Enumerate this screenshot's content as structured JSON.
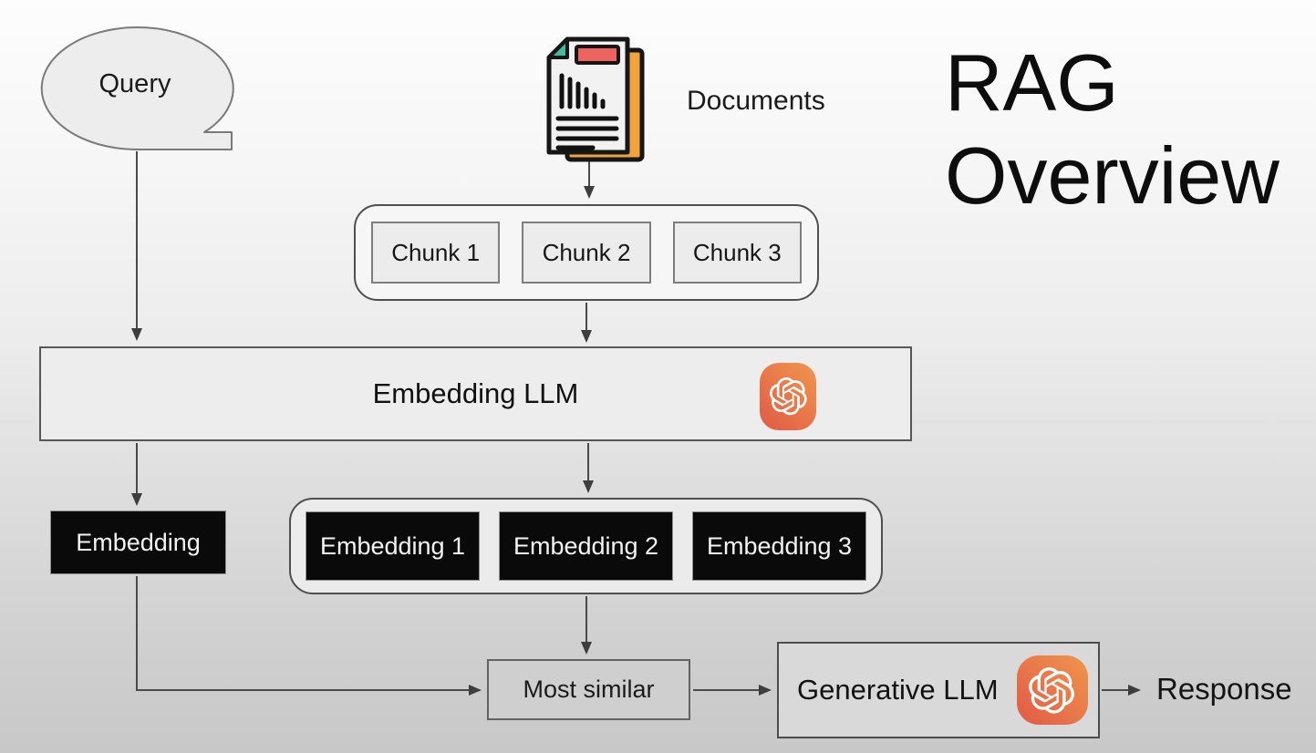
{
  "title": "RAG Overview",
  "query": {
    "label": "Query"
  },
  "documents": {
    "label": "Documents",
    "icon": "documents-icon"
  },
  "chunks": {
    "items": [
      "Chunk 1",
      "Chunk 2",
      "Chunk 3"
    ]
  },
  "embedding_llm": {
    "label": "Embedding LLM",
    "provider_icon": "openai-logo"
  },
  "query_embedding": {
    "label": "Embedding"
  },
  "document_embeddings": {
    "items": [
      "Embedding 1",
      "Embedding 2",
      "Embedding 3"
    ]
  },
  "most_similar": {
    "label": "Most similar"
  },
  "generative_llm": {
    "label": "Generative LLM",
    "provider_icon": "openai-logo"
  },
  "response": {
    "label": "Response"
  },
  "colors": {
    "openai_badge_gradient_start": "#df5a45",
    "openai_badge_gradient_end": "#f0964c",
    "doc_icon_back_page": "#f3a33c",
    "doc_icon_title_bar": "#ee6360",
    "doc_icon_fold": "#3fbfa0",
    "embedding_node_fill": "#0a0a0a",
    "connector": "#4a4a4a"
  }
}
